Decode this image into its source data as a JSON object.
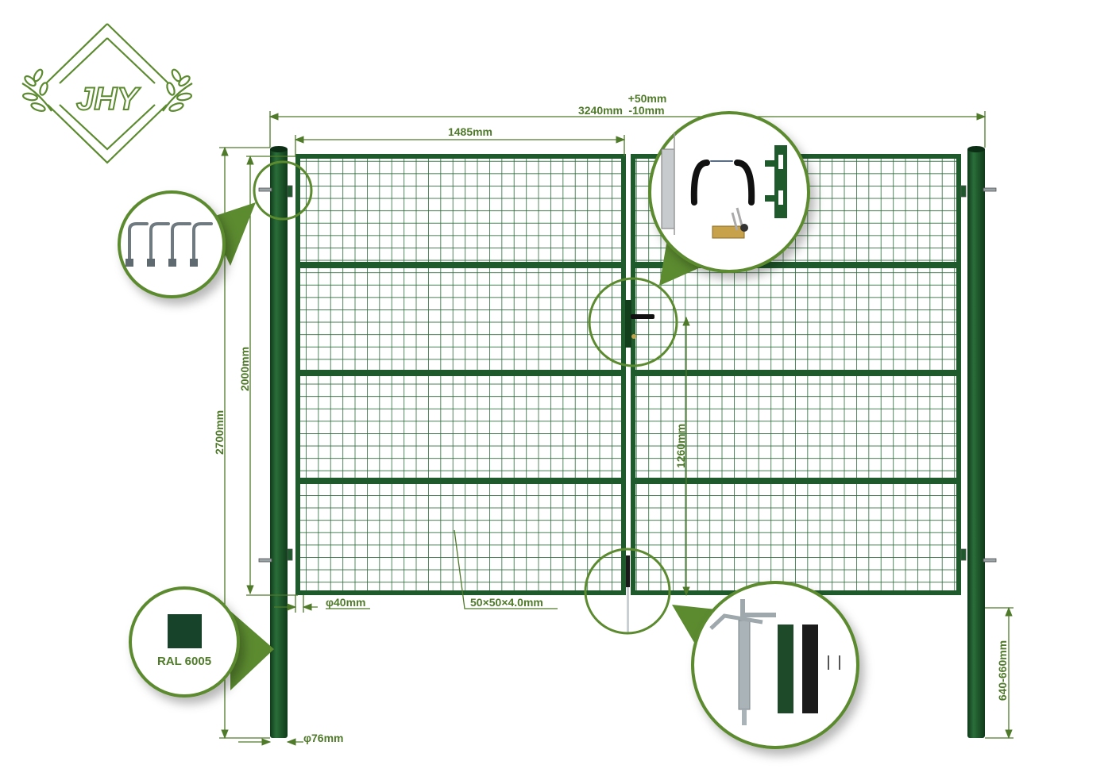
{
  "brand": {
    "logo_text": "JHY",
    "color": "#5b8a2f"
  },
  "colors": {
    "frame": "#1f5a2c",
    "frame_dark": "#123e1c",
    "dimension": "#4f7a2a",
    "callout": "#5b8a2f",
    "ral_swatch": "#17432a",
    "mesh": "#2b6a3a"
  },
  "dimensions": {
    "overall_width_tolerance_plus": "+50mm",
    "overall_width": "3240mm",
    "overall_width_tolerance_minus": "-10mm",
    "leaf_width": "1485mm",
    "gate_height": "2000mm",
    "post_height": "2700mm",
    "lock_height": "1260mm",
    "frame_tube": "φ40mm",
    "post_diameter": "φ76mm",
    "mesh_size": "50×50×4.0mm",
    "post_embed_depth": "640-660mm"
  },
  "callouts": {
    "hinge_bolts": {
      "label": "hinge-bolts",
      "count": 4
    },
    "lock_set": {
      "items": [
        "mortise-lock",
        "door-handles",
        "lock-cylinder-with-keys",
        "strike-plate"
      ]
    },
    "color": {
      "ral_label": "RAL 6005"
    },
    "ground_bolt": {
      "items": [
        "drop-bolt",
        "green-plate",
        "black-plate",
        "screws"
      ]
    }
  }
}
